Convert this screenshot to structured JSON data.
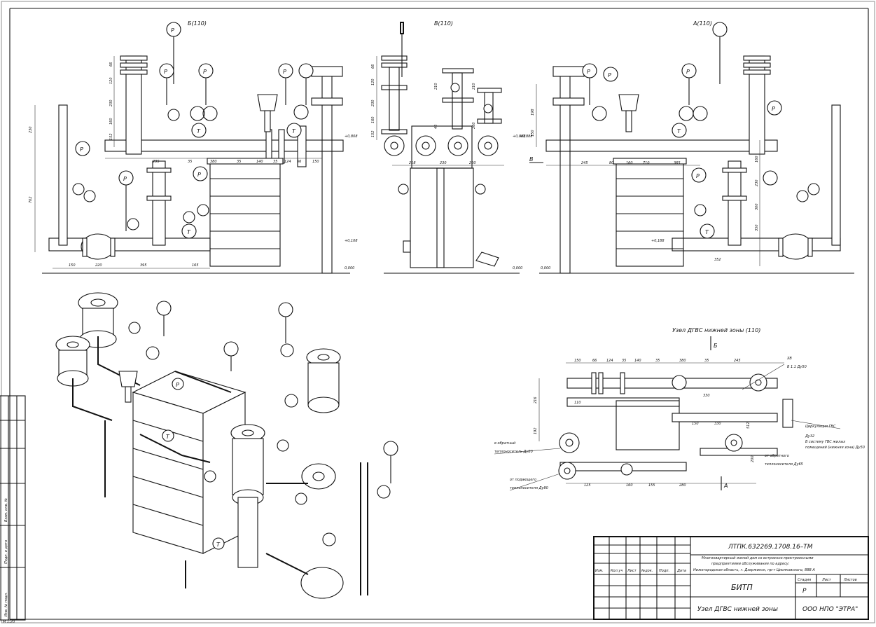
{
  "views": {
    "view_b": "Б(110)",
    "view_v": "В(110)",
    "view_a": "А(110)",
    "plan": "Узел ДГВС нижней зоны (110)"
  },
  "plan_markers": {
    "b": "Б",
    "a": "А",
    "v": "В"
  },
  "gauges": {
    "pressure": "P",
    "thermometer": "T"
  },
  "levels": {
    "b": [
      "+0,808",
      "+0,108",
      "0,000"
    ],
    "v": [
      "+0,888",
      "0,000"
    ],
    "a": [
      "+0,888",
      "+0,188",
      "0,000"
    ]
  },
  "dims": {
    "b_bottom": [
      "150",
      "220",
      "395",
      "165"
    ],
    "b_mid": [
      "295",
      "35",
      "380",
      "35",
      "140",
      "35",
      "124",
      "66",
      "150"
    ],
    "b_left": [
      "230",
      "702"
    ],
    "b_top": [
      "66",
      "120",
      "230",
      "160",
      "152"
    ],
    "v_left": [
      "66",
      "120",
      "230",
      "160",
      "152"
    ],
    "v_mid": [
      "218",
      "230",
      "200"
    ],
    "v_inner": [
      "210",
      "210",
      "40",
      "260"
    ],
    "a_left": [
      "198",
      "150"
    ],
    "a_mid": [
      "245",
      "80",
      "160",
      "710",
      "365"
    ],
    "a_right": [
      "160",
      "230",
      "300",
      "350",
      "352"
    ],
    "plan_top": [
      "150",
      "66",
      "124",
      "35",
      "140",
      "35",
      "380",
      "35",
      "245"
    ],
    "plan_mid": [
      "216",
      "110",
      "330",
      "150",
      "330",
      "512",
      "192"
    ],
    "plan_bottom": [
      "125",
      "160",
      "155",
      "280"
    ],
    "plan_right": [
      "200"
    ]
  },
  "plan_labels": {
    "hv": "ХВ",
    "hv_pipe": "В 1.1 Ду50",
    "circ": "Циркуляция ГВС",
    "supply1": "Ду32",
    "supply2": "В систему ГВС жилых",
    "supply3": "помещений (нижняя зона) Ду50",
    "ret1": "в обратный",
    "ret2": "теплоноситель Ду80",
    "from_ret1": "от обратного",
    "from_ret2": "теплоносителя Ду65",
    "from_sup1": "от подающего",
    "from_sup2": "теплоносителя Ду80"
  },
  "side_stamp": [
    "Инв. № подл.",
    "Подп. и дата",
    "Взам. инв. №"
  ],
  "title_block": {
    "doc_number": "ЛТПК.632269.1708.16–ТМ",
    "project_lines": [
      "Многоквартирный жилой дом со встроенно-пристроенными",
      "предприятиями обслуживания по адресу:",
      "Нижегородская область, г. Дзержинск, пр-т Циолковского, 88В А"
    ],
    "columns": [
      "Изм.",
      "Кол.уч",
      "Лист",
      "№док.",
      "Подп.",
      "Дата"
    ],
    "section": "БИТП",
    "stage_header": "Стадия",
    "sheet_header": "Лист",
    "sheets_header": "Листов",
    "stage": "Р",
    "drawing_name": "Узел ДГВС нижней зоны",
    "organization": "ООО НПО \"ЭТРА\""
  },
  "scale_note": "M 1:20"
}
